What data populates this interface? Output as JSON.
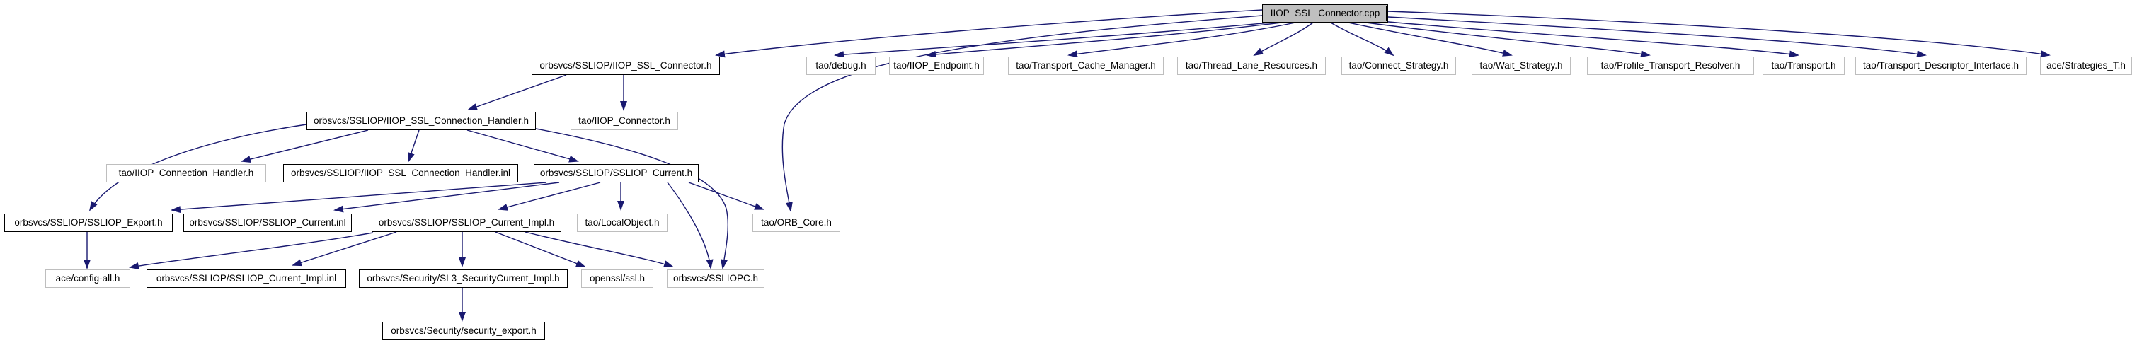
{
  "diagram": {
    "type": "include-dependency-graph",
    "root": "IIOP_SSL_Connector.cpp",
    "colors": {
      "background": "#ffffff",
      "edge": "#191970",
      "text": "#000000",
      "main_node_fill": "#bfbfbf",
      "documented_node_border": "#000000",
      "external_node_border": "#bebebe"
    },
    "nodes": [
      {
        "id": "cpp",
        "label": "IIOP_SSL_Connector.cpp",
        "kind": "main"
      },
      {
        "id": "connector_h",
        "label": "orbsvcs/SSLIOP/IIOP_SSL_Connector.h",
        "kind": "doc"
      },
      {
        "id": "debug_h",
        "label": "tao/debug.h",
        "kind": "ext"
      },
      {
        "id": "iiop_endpoint_h",
        "label": "tao/IIOP_Endpoint.h",
        "kind": "ext"
      },
      {
        "id": "tcm_h",
        "label": "tao/Transport_Cache_Manager.h",
        "kind": "ext"
      },
      {
        "id": "tlr_h",
        "label": "tao/Thread_Lane_Resources.h",
        "kind": "ext"
      },
      {
        "id": "connect_strategy",
        "label": "tao/Connect_Strategy.h",
        "kind": "ext"
      },
      {
        "id": "wait_strategy",
        "label": "tao/Wait_Strategy.h",
        "kind": "ext"
      },
      {
        "id": "ptr_h",
        "label": "tao/Profile_Transport_Resolver.h",
        "kind": "ext"
      },
      {
        "id": "transport_h",
        "label": "tao/Transport.h",
        "kind": "ext"
      },
      {
        "id": "tdi_h",
        "label": "tao/Transport_Descriptor_Interface.h",
        "kind": "ext"
      },
      {
        "id": "strategies_t",
        "label": "ace/Strategies_T.h",
        "kind": "ext"
      },
      {
        "id": "handler_h",
        "label": "orbsvcs/SSLIOP/IIOP_SSL_Connection_Handler.h",
        "kind": "doc"
      },
      {
        "id": "iiop_connector_h",
        "label": "tao/IIOP_Connector.h",
        "kind": "ext"
      },
      {
        "id": "iiop_conn_handler",
        "label": "tao/IIOP_Connection_Handler.h",
        "kind": "ext"
      },
      {
        "id": "handler_inl",
        "label": "orbsvcs/SSLIOP/IIOP_SSL_Connection_Handler.inl",
        "kind": "doc"
      },
      {
        "id": "current_h",
        "label": "orbsvcs/SSLIOP/SSLIOP_Current.h",
        "kind": "doc"
      },
      {
        "id": "export_h",
        "label": "orbsvcs/SSLIOP/SSLIOP_Export.h",
        "kind": "doc"
      },
      {
        "id": "current_inl",
        "label": "orbsvcs/SSLIOP/SSLIOP_Current.inl",
        "kind": "doc"
      },
      {
        "id": "current_impl_h",
        "label": "orbsvcs/SSLIOP/SSLIOP_Current_Impl.h",
        "kind": "doc"
      },
      {
        "id": "localobject_h",
        "label": "tao/LocalObject.h",
        "kind": "ext"
      },
      {
        "id": "orb_core_h",
        "label": "tao/ORB_Core.h",
        "kind": "ext"
      },
      {
        "id": "config_all_h",
        "label": "ace/config-all.h",
        "kind": "ext"
      },
      {
        "id": "current_impl_inl",
        "label": "orbsvcs/SSLIOP/SSLIOP_Current_Impl.inl",
        "kind": "doc"
      },
      {
        "id": "sl3_h",
        "label": "orbsvcs/Security/SL3_SecurityCurrent_Impl.h",
        "kind": "doc"
      },
      {
        "id": "openssl_ssl_h",
        "label": "openssl/ssl.h",
        "kind": "ext"
      },
      {
        "id": "ssliopc_h",
        "label": "orbsvcs/SSLIOPC.h",
        "kind": "ext"
      },
      {
        "id": "security_export_h",
        "label": "orbsvcs/Security/security_export.h",
        "kind": "doc"
      }
    ],
    "edges": [
      {
        "from": "cpp",
        "to": "connector_h"
      },
      {
        "from": "cpp",
        "to": "debug_h"
      },
      {
        "from": "cpp",
        "to": "iiop_endpoint_h"
      },
      {
        "from": "cpp",
        "to": "tcm_h"
      },
      {
        "from": "cpp",
        "to": "tlr_h"
      },
      {
        "from": "cpp",
        "to": "connect_strategy"
      },
      {
        "from": "cpp",
        "to": "wait_strategy"
      },
      {
        "from": "cpp",
        "to": "ptr_h"
      },
      {
        "from": "cpp",
        "to": "transport_h"
      },
      {
        "from": "cpp",
        "to": "tdi_h"
      },
      {
        "from": "cpp",
        "to": "strategies_t"
      },
      {
        "from": "cpp",
        "to": "orb_core_h"
      },
      {
        "from": "connector_h",
        "to": "handler_h"
      },
      {
        "from": "connector_h",
        "to": "iiop_connector_h"
      },
      {
        "from": "handler_h",
        "to": "export_h"
      },
      {
        "from": "handler_h",
        "to": "iiop_conn_handler"
      },
      {
        "from": "handler_h",
        "to": "handler_inl"
      },
      {
        "from": "handler_h",
        "to": "current_h"
      },
      {
        "from": "handler_h",
        "to": "ssliopc_h"
      },
      {
        "from": "current_h",
        "to": "export_h"
      },
      {
        "from": "current_h",
        "to": "current_inl"
      },
      {
        "from": "current_h",
        "to": "current_impl_h"
      },
      {
        "from": "current_h",
        "to": "localobject_h"
      },
      {
        "from": "current_h",
        "to": "ssliopc_h"
      },
      {
        "from": "current_h",
        "to": "orb_core_h"
      },
      {
        "from": "export_h",
        "to": "config_all_h"
      },
      {
        "from": "current_impl_h",
        "to": "config_all_h"
      },
      {
        "from": "current_impl_h",
        "to": "current_impl_inl"
      },
      {
        "from": "current_impl_h",
        "to": "sl3_h"
      },
      {
        "from": "current_impl_h",
        "to": "openssl_ssl_h"
      },
      {
        "from": "current_impl_h",
        "to": "ssliopc_h"
      },
      {
        "from": "sl3_h",
        "to": "security_export_h"
      }
    ]
  }
}
